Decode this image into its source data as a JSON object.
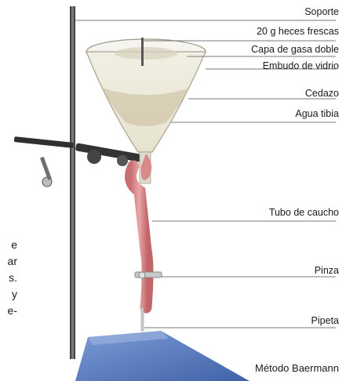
{
  "labels": {
    "soporte": "Soporte",
    "heces": "20 g heces frescas",
    "gasa": "Capa de gasa doble",
    "embudo": "Embudo de vidrio",
    "cedazo": "Cedazo",
    "agua": "Agua tibia",
    "tubo": "Tubo de caucho",
    "pinza": "Pinza",
    "pipeta": "Pipeta"
  },
  "caption": "Método Baermann",
  "side_text": [
    "e",
    "ar",
    "s.",
    "y",
    "e-"
  ],
  "colors": {
    "base": "#5d7fc0",
    "rod": "#3a3a3a",
    "tubing": "#d88a8a",
    "leader": "#7a7a7a"
  }
}
